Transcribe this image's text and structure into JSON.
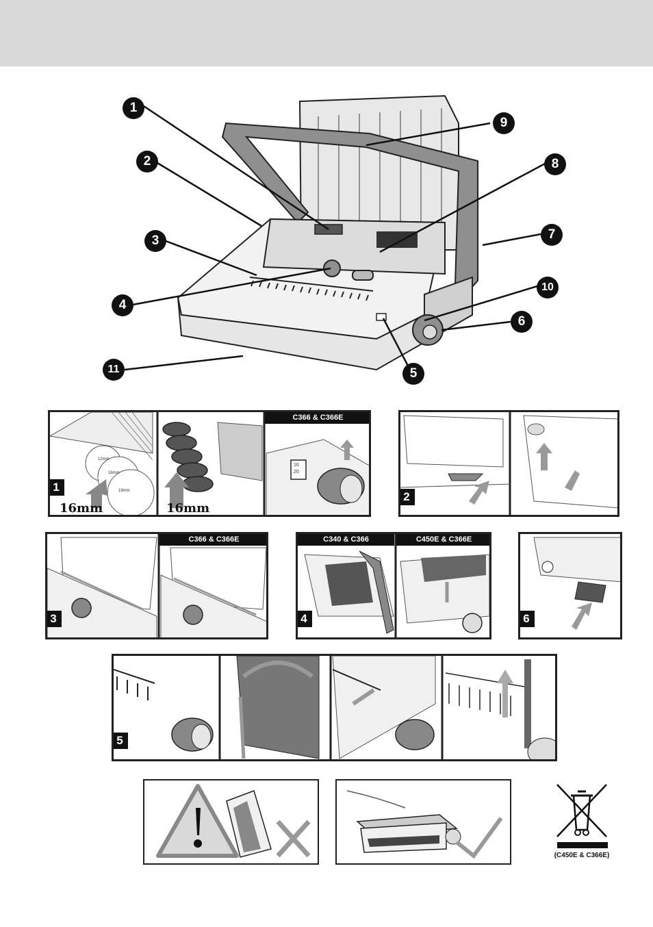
{
  "overview": {
    "callouts": [
      "1",
      "2",
      "3",
      "4",
      "5",
      "6",
      "7",
      "8",
      "9",
      "10",
      "11"
    ]
  },
  "step1": {
    "badge": "1",
    "size_left": "16mm",
    "size_mid": "16mm",
    "model_tag": "C366 & C366E",
    "ring_labels": [
      "12mm",
      "16mm",
      "18mm"
    ],
    "dial_labels": [
      "16",
      "20"
    ]
  },
  "step2": {
    "badge": "2"
  },
  "step3": {
    "badge": "3",
    "model_tag": "C366 & C366E"
  },
  "step4": {
    "badge": "4",
    "model_tag_left": "C340 & C366",
    "model_tag_right": "C450E & C366E"
  },
  "step6": {
    "badge": "6"
  },
  "step5": {
    "badge": "5"
  },
  "weee": {
    "caption": "(C450E & C366E)"
  },
  "colors": {
    "header": "#d9d9d9",
    "ink": "#111111",
    "grey": "#9a9a9a",
    "light": "#e6e6e6"
  }
}
